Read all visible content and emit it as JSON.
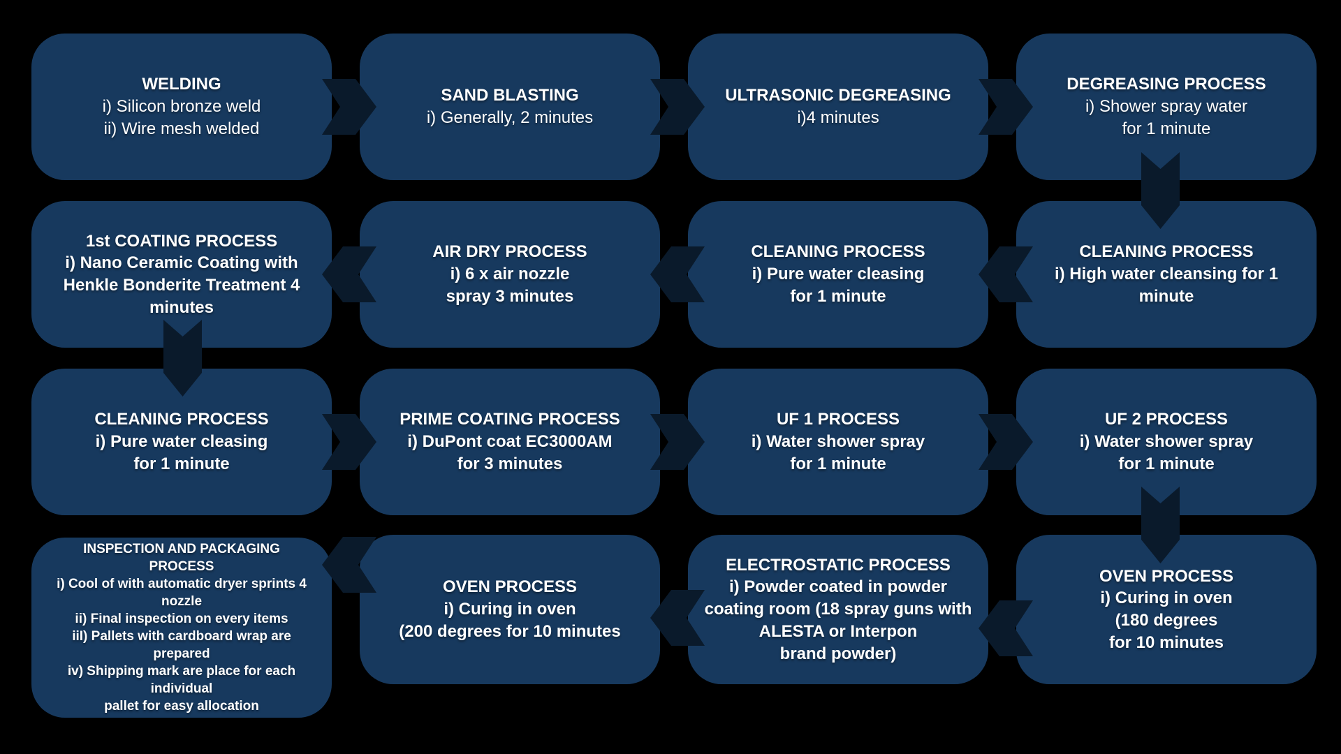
{
  "colors": {
    "background": "#000000",
    "box_fill": "#17395E",
    "arrow_fill": "#0A1A2B",
    "text": "#FFFFFF"
  },
  "flowchart": {
    "boxes": [
      {
        "name": "welding",
        "title": "WELDING",
        "lines": [
          "i) Silicon bronze weld",
          "ii) Wire mesh welded"
        ]
      },
      {
        "name": "sand-blasting",
        "title": "SAND BLASTING",
        "lines": [
          "i) Generally, 2 minutes"
        ]
      },
      {
        "name": "ultrasonic-degreasing",
        "title": "ULTRASONIC DEGREASING",
        "lines": [
          "i)4 minutes"
        ]
      },
      {
        "name": "degreasing-process",
        "title": "DEGREASING PROCESS",
        "lines": [
          "i) Shower spray water",
          "for 1 minute"
        ]
      },
      {
        "name": "cleaning-process-high-water",
        "title": "CLEANING PROCESS",
        "lines": [
          "i) High water cleansing for 1",
          "minute"
        ]
      },
      {
        "name": "cleaning-process-pure-water-1",
        "title": "CLEANING PROCESS",
        "lines": [
          "i) Pure water cleasing",
          "for 1 minute"
        ]
      },
      {
        "name": "air-dry-process",
        "title": "AIR DRY PROCESS",
        "lines": [
          "i) 6 x air nozzle",
          "spray 3 minutes"
        ]
      },
      {
        "name": "first-coating-process",
        "title": "1st COATING PROCESS",
        "lines": [
          "i) Nano Ceramic Coating with",
          "Henkle Bonderite Treatment 4",
          "minutes"
        ]
      },
      {
        "name": "cleaning-process-pure-water-2",
        "title": "CLEANING PROCESS",
        "lines": [
          "i) Pure water cleasing",
          "for 1 minute"
        ]
      },
      {
        "name": "prime-coating-process",
        "title": "PRIME COATING PROCESS",
        "lines": [
          "i) DuPont coat EC3000AM",
          "for 3 minutes"
        ]
      },
      {
        "name": "uf-1-process",
        "title": "UF 1 PROCESS",
        "lines": [
          "i) Water shower spray",
          "for 1 minute"
        ]
      },
      {
        "name": "uf-2-process",
        "title": "UF 2 PROCESS",
        "lines": [
          "i) Water shower spray",
          "for 1 minute"
        ]
      },
      {
        "name": "oven-process-180",
        "title": "OVEN PROCESS",
        "lines": [
          "i) Curing in oven",
          "(180 degrees",
          "for 10 minutes"
        ]
      },
      {
        "name": "electrostatic-process",
        "title": "ELECTROSTATIC PROCESS",
        "lines": [
          "i) Powder coated in powder",
          "coating room (18 spray guns with",
          "ALESTA or Interpon",
          "brand powder)"
        ]
      },
      {
        "name": "oven-process-200",
        "title": "OVEN PROCESS",
        "lines": [
          "i) Curing in oven",
          "(200 degrees for 10 minutes"
        ]
      },
      {
        "name": "inspection-and-packaging-process",
        "title": "INSPECTION AND PACKAGING PROCESS",
        "lines": [
          "i) Cool of with automatic dryer sprints 4 nozzle",
          "ii) Final inspection on every items",
          "iiI) Pallets with cardboard wrap are prepared",
          "iv) Shipping mark are place for each individual",
          "pallet for easy allocation"
        ]
      }
    ]
  }
}
